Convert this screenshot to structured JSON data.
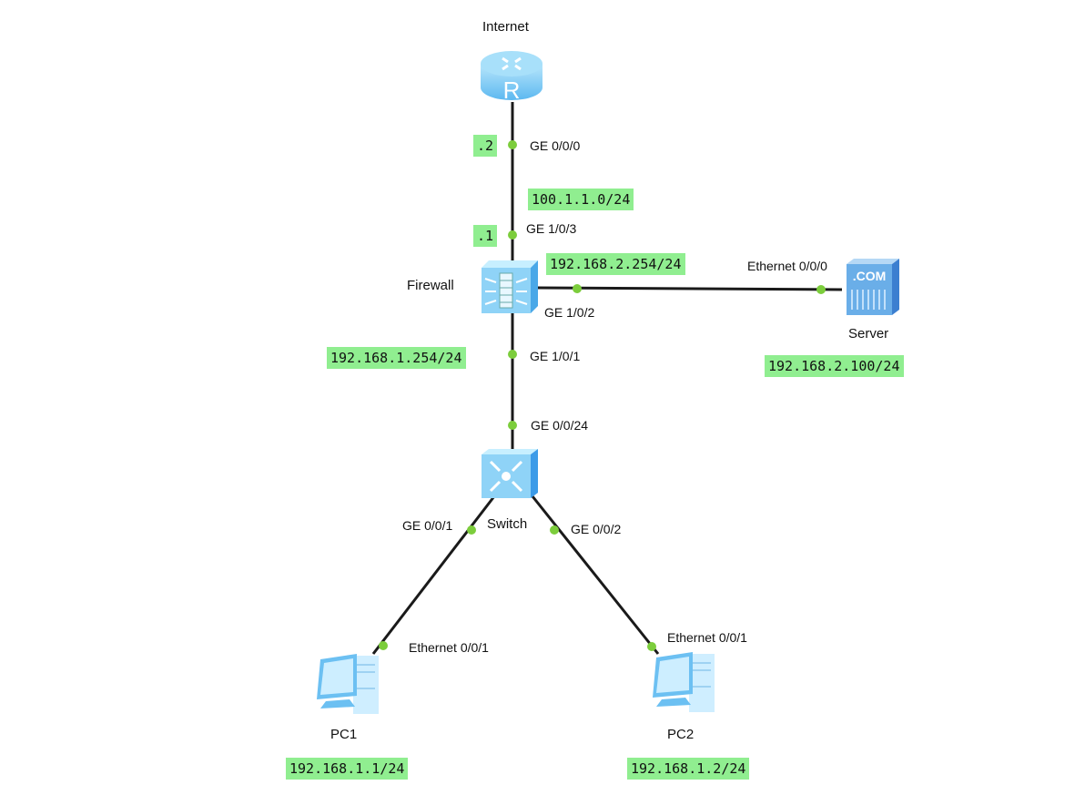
{
  "colors": {
    "link": "#1a1a1a",
    "port_dot": "#7ccd3c",
    "ip_label_bg": "#90ee90",
    "device_fill": "#8fd3f7",
    "device_dark": "#4aa8e8"
  },
  "devices": {
    "internet": {
      "name": "Internet",
      "icon": "router-icon",
      "glyph": "R"
    },
    "firewall": {
      "name": "Firewall",
      "icon": "firewall-icon"
    },
    "server": {
      "name": "Server",
      "icon": "server-icon",
      "glyph": ".COM"
    },
    "switch": {
      "name": "Switch",
      "icon": "switch-icon"
    },
    "pc1": {
      "name": "PC1",
      "icon": "pc-icon"
    },
    "pc2": {
      "name": "PC2",
      "icon": "pc-icon"
    }
  },
  "ports": {
    "internet_ge000": "GE 0/0/0",
    "fw_ge103": "GE 1/0/3",
    "fw_ge102": "GE 1/0/2",
    "fw_ge101": "GE 1/0/1",
    "server_eth000": "Ethernet 0/0/0",
    "sw_ge0024": "GE 0/0/24",
    "sw_ge001": "GE 0/0/1",
    "sw_ge002": "GE 0/0/2",
    "pc1_eth001": "Ethernet 0/0/1",
    "pc2_eth001": "Ethernet 0/0/1"
  },
  "addresses": {
    "internet_host": ".2",
    "fw_wan_host": ".1",
    "wan_subnet": "100.1.1.0/24",
    "fw_dmz": "192.168.2.254/24",
    "fw_lan": "192.168.1.254/24",
    "server": "192.168.2.100/24",
    "pc1": "192.168.1.1/24",
    "pc2": "192.168.1.2/24"
  },
  "links": [
    {
      "from": "internet",
      "to": "firewall"
    },
    {
      "from": "firewall",
      "to": "server"
    },
    {
      "from": "firewall",
      "to": "switch"
    },
    {
      "from": "switch",
      "to": "pc1"
    },
    {
      "from": "switch",
      "to": "pc2"
    }
  ]
}
